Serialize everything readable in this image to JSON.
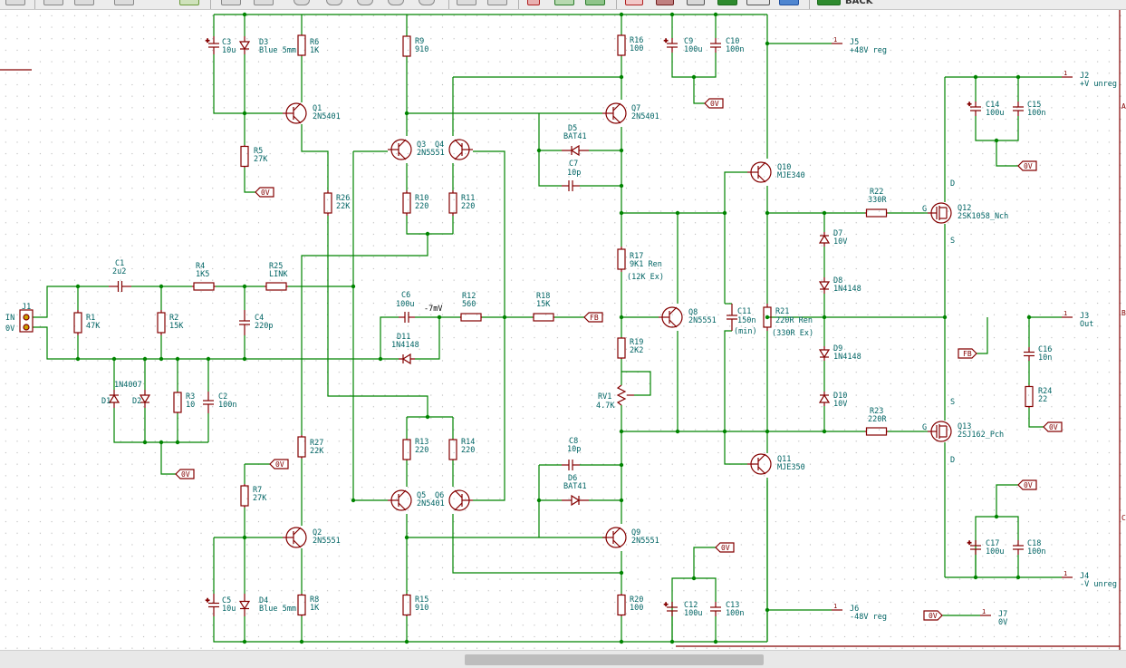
{
  "toolbar": {
    "back_label": "BACK",
    "icons": [
      "new-icon",
      "open-icon",
      "print-icon",
      "plot-icon",
      "paste-icon",
      "undo-icon",
      "search-icon",
      "find-replace-icon",
      "refresh-icon",
      "zoom-in-icon",
      "zoom-out-icon",
      "zoom-fit-icon",
      "zoom-selection-icon",
      "hierarchy-icon",
      "leave-sheet-icon",
      "annotate-icon",
      "erc-icon",
      "symbol-fields-icon",
      "netlist-icon",
      "bom-icon",
      "footprint-icon",
      "pcbnew-icon",
      "bom-table-icon",
      "back-icon"
    ]
  },
  "schematic": {
    "wire_color": "#008400",
    "symbol_color": "#840000",
    "ref_color": "#006464",
    "power_color": "#840000",
    "components": {
      "C3": {
        "ref": "C3",
        "value": "10u"
      },
      "D3": {
        "ref": "D3",
        "value": "Blue 5mm"
      },
      "R6": {
        "ref": "R6",
        "value": "1K"
      },
      "R9": {
        "ref": "R9",
        "value": "910"
      },
      "R16": {
        "ref": "R16",
        "value": "100"
      },
      "C9": {
        "ref": "C9",
        "value": "100u"
      },
      "C10": {
        "ref": "C10",
        "value": "100n"
      },
      "Q1": {
        "ref": "Q1",
        "value": "2N5401"
      },
      "Q7": {
        "ref": "Q7",
        "value": "2N5401"
      },
      "Q3": {
        "ref": "Q3",
        "value": "2N5551"
      },
      "Q4": {
        "ref": "Q4",
        "value": ""
      },
      "D5": {
        "ref": "D5",
        "value": "BAT41"
      },
      "C7": {
        "ref": "C7",
        "value": "10p"
      },
      "R5": {
        "ref": "R5",
        "value": "27K"
      },
      "Q10": {
        "ref": "Q10",
        "value": "MJE340"
      },
      "R26": {
        "ref": "R26",
        "value": "22K"
      },
      "R10": {
        "ref": "R10",
        "value": "220"
      },
      "R11": {
        "ref": "R11",
        "value": "220"
      },
      "R22": {
        "ref": "R22",
        "value": "330R"
      },
      "Q12": {
        "ref": "Q12",
        "value": "2SK1058_Nch"
      },
      "C14": {
        "ref": "C14",
        "value": "100u"
      },
      "C15": {
        "ref": "C15",
        "value": "100n"
      },
      "D7": {
        "ref": "D7",
        "value": "10V"
      },
      "R17": {
        "ref": "R17",
        "value": "9K1 Ren",
        "note": "(12K Ex)"
      },
      "C1": {
        "ref": "C1",
        "value": "2u2"
      },
      "R4": {
        "ref": "R4",
        "value": "1K5"
      },
      "R25": {
        "ref": "R25",
        "value": "LINK"
      },
      "D8": {
        "ref": "D8",
        "value": "1N4148"
      },
      "C6": {
        "ref": "C6",
        "value": "100u"
      },
      "R12": {
        "ref": "R12",
        "value": "560"
      },
      "R18": {
        "ref": "R18",
        "value": "15K"
      },
      "R1": {
        "ref": "R1",
        "value": "47K"
      },
      "R2": {
        "ref": "R2",
        "value": "15K"
      },
      "C4": {
        "ref": "C4",
        "value": "220p"
      },
      "Q8": {
        "ref": "Q8",
        "value": "2N5551"
      },
      "C11": {
        "ref": "C11",
        "value": "150n",
        "note": "(min)"
      },
      "R21": {
        "ref": "R21",
        "value": "220R Ren",
        "note": "(330R Ex)"
      },
      "D11": {
        "ref": "D11",
        "value": "1N4148"
      },
      "R19": {
        "ref": "R19",
        "value": "2K2"
      },
      "D9": {
        "ref": "D9",
        "value": "1N4148"
      },
      "C16": {
        "ref": "C16",
        "value": "10n"
      },
      "D1": {
        "ref": "D1",
        "value": "1N4007"
      },
      "D2": {
        "ref": "D2",
        "value": ""
      },
      "R3": {
        "ref": "R3",
        "value": "10"
      },
      "C2": {
        "ref": "C2",
        "value": "100n"
      },
      "RV1": {
        "ref": "RV1",
        "value": "4.7K"
      },
      "D10": {
        "ref": "D10",
        "value": "10V"
      },
      "R24": {
        "ref": "R24",
        "value": "22"
      },
      "R23": {
        "ref": "R23",
        "value": "220R"
      },
      "Q13": {
        "ref": "Q13",
        "value": "2SJ162_Pch"
      },
      "R27": {
        "ref": "R27",
        "value": "22K"
      },
      "R13": {
        "ref": "R13",
        "value": "220"
      },
      "R14": {
        "ref": "R14",
        "value": "220"
      },
      "C8": {
        "ref": "C8",
        "value": "10p"
      },
      "Q11": {
        "ref": "Q11",
        "value": "MJE350"
      },
      "R7": {
        "ref": "R7",
        "value": "27K"
      },
      "Q5": {
        "ref": "Q5",
        "value": "2N5401"
      },
      "Q6": {
        "ref": "Q6",
        "value": ""
      },
      "D6": {
        "ref": "D6",
        "value": "BAT41"
      },
      "Q2": {
        "ref": "Q2",
        "value": "2N5551"
      },
      "Q9": {
        "ref": "Q9",
        "value": "2N5551"
      },
      "C17": {
        "ref": "C17",
        "value": "100u"
      },
      "C18": {
        "ref": "C18",
        "value": "100n"
      },
      "C5": {
        "ref": "C5",
        "value": "10u"
      },
      "D4": {
        "ref": "D4",
        "value": "Blue 5mm"
      },
      "R8": {
        "ref": "R8",
        "value": "1K"
      },
      "R15": {
        "ref": "R15",
        "value": "910"
      },
      "R20": {
        "ref": "R20",
        "value": "100"
      },
      "C12": {
        "ref": "C12",
        "value": "100u"
      },
      "C13": {
        "ref": "C13",
        "value": "100n"
      }
    },
    "connectors": {
      "J1": {
        "ref": "J1",
        "pin1": "IN",
        "pin2": "0V"
      },
      "J2": {
        "ref": "J2",
        "value": "+V unreg"
      },
      "J3": {
        "ref": "J3",
        "value": "Out"
      },
      "J4": {
        "ref": "J4",
        "value": "-V unreg"
      },
      "J5": {
        "ref": "J5",
        "value": "+48V reg"
      },
      "J6": {
        "ref": "J6",
        "value": "-48V reg"
      },
      "J7": {
        "ref": "J7",
        "value": "0V"
      }
    },
    "labels": {
      "ov": "0V",
      "fb": "FB",
      "minus7mv": "-7mV",
      "pin_d": "D",
      "pin_s": "S",
      "pin_g": "G"
    },
    "frame_refs": {
      "a": "A",
      "b": "B",
      "c": "C"
    }
  }
}
